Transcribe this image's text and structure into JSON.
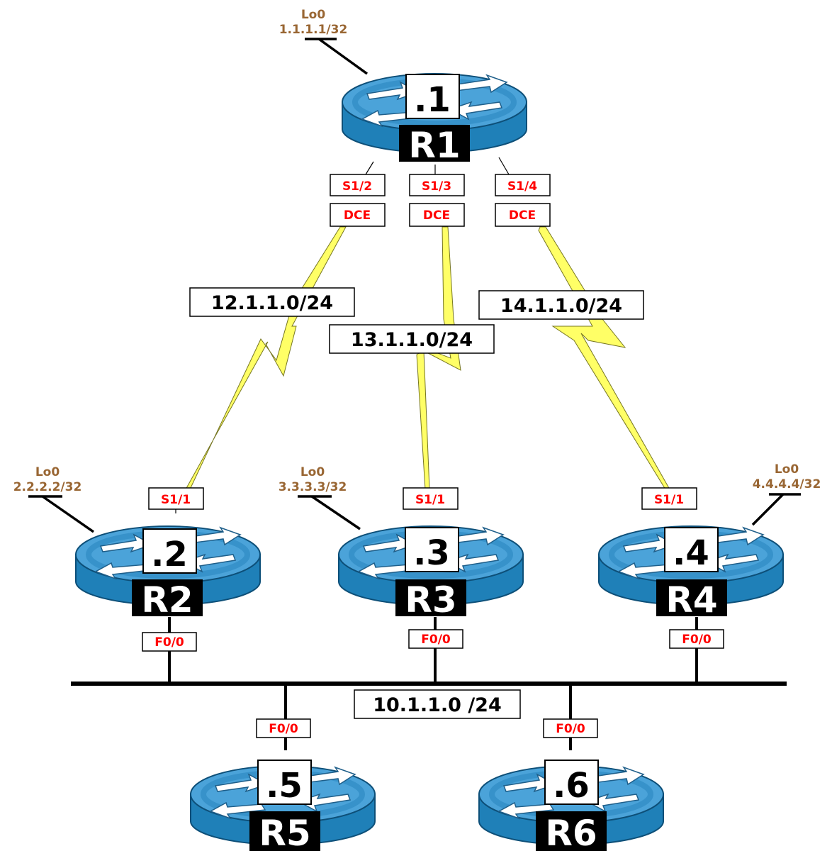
{
  "colors": {
    "interface": "#ff0000",
    "loopback": "#996633",
    "serial_link": "#ffff66",
    "router_top": "#4ba3d9",
    "router_side": "#1f80b8"
  },
  "r1": {
    "name": "R1",
    "host": ".1",
    "lo_name": "Lo0",
    "lo_addr": "1.1.1.1/32",
    "if_left": "S1/2",
    "if_mid": "S1/3",
    "if_right": "S1/4",
    "dce": "DCE"
  },
  "r2": {
    "name": "R2",
    "host": ".2",
    "lo_name": "Lo0",
    "lo_addr": "2.2.2.2/32",
    "if_serial": "S1/1",
    "if_fast": "F0/0"
  },
  "r3": {
    "name": "R3",
    "host": ".3",
    "lo_name": "Lo0",
    "lo_addr": "3.3.3.3/32",
    "if_serial": "S1/1",
    "if_fast": "F0/0"
  },
  "r4": {
    "name": "R4",
    "host": ".4",
    "lo_name": "Lo0",
    "lo_addr": "4.4.4.4/32",
    "if_serial": "S1/1",
    "if_fast": "F0/0"
  },
  "r5": {
    "name": "R5",
    "host": ".5",
    "if_fast": "F0/0"
  },
  "r6": {
    "name": "R6",
    "host": ".6",
    "if_fast": "F0/0"
  },
  "networks": {
    "r1_r2": "12.1.1.0/24",
    "r1_r3": "13.1.1.0/24",
    "r1_r4": "14.1.1.0/24",
    "lan": "10.1.1.0 /24"
  }
}
